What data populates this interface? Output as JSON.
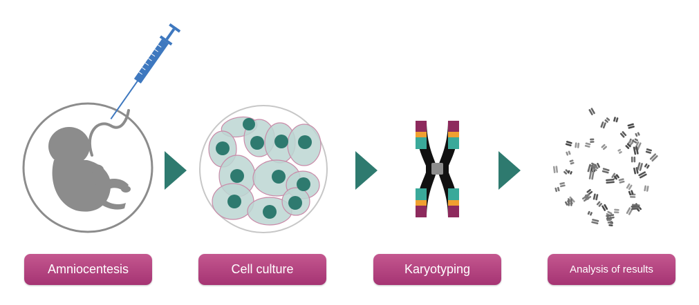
{
  "steps": [
    {
      "label": "Amniocentesis",
      "icon": "fetus-syringe-icon"
    },
    {
      "label": "Cell culture",
      "icon": "cell-culture-icon"
    },
    {
      "label": "Karyotyping",
      "icon": "chromosome-icon"
    },
    {
      "label": "Analysis of results",
      "icon": "metaphase-spread-icon"
    }
  ],
  "arrows": [
    "arrow-right-icon",
    "arrow-right-icon",
    "arrow-right-icon"
  ],
  "colors": {
    "label_background": "#b5407f",
    "label_text": "#ffffff",
    "arrow": "#2e7a6f",
    "fetus": "#8c8c8c",
    "syringe": "#3e78bf",
    "cell_body": "#bcd6d2",
    "cell_nucleus": "#2e7a6f",
    "chromosome_black": "#111111",
    "chromosome_magenta": "#8d2a5d",
    "chromosome_teal": "#3aa99a",
    "chromosome_orange": "#f0a030"
  }
}
